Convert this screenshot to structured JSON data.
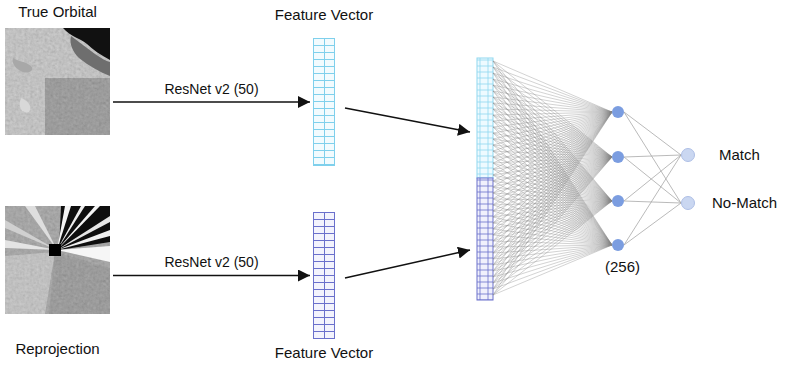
{
  "diagram": {
    "nodes": [
      {
        "text": [
          "True Orbital"
        ]
      },
      {
        "text": [
          "Reprojection"
        ]
      },
      {
        "text": [
          "Feature Vector"
        ]
      },
      {
        "text": [
          "Feature Vector"
        ]
      },
      {
        "text": [
          "Match"
        ]
      },
      {
        "text": [
          "No-Match"
        ]
      }
    ],
    "edges": [
      {
        "from": 0,
        "to": 2,
        "arrow": "to",
        "label": "ResNet v2 (50)"
      },
      {
        "from": 1,
        "to": 3,
        "arrow": "to",
        "label": "ResNet v2 (50)"
      }
    ],
    "labels": [
      "(256)"
    ]
  }
}
